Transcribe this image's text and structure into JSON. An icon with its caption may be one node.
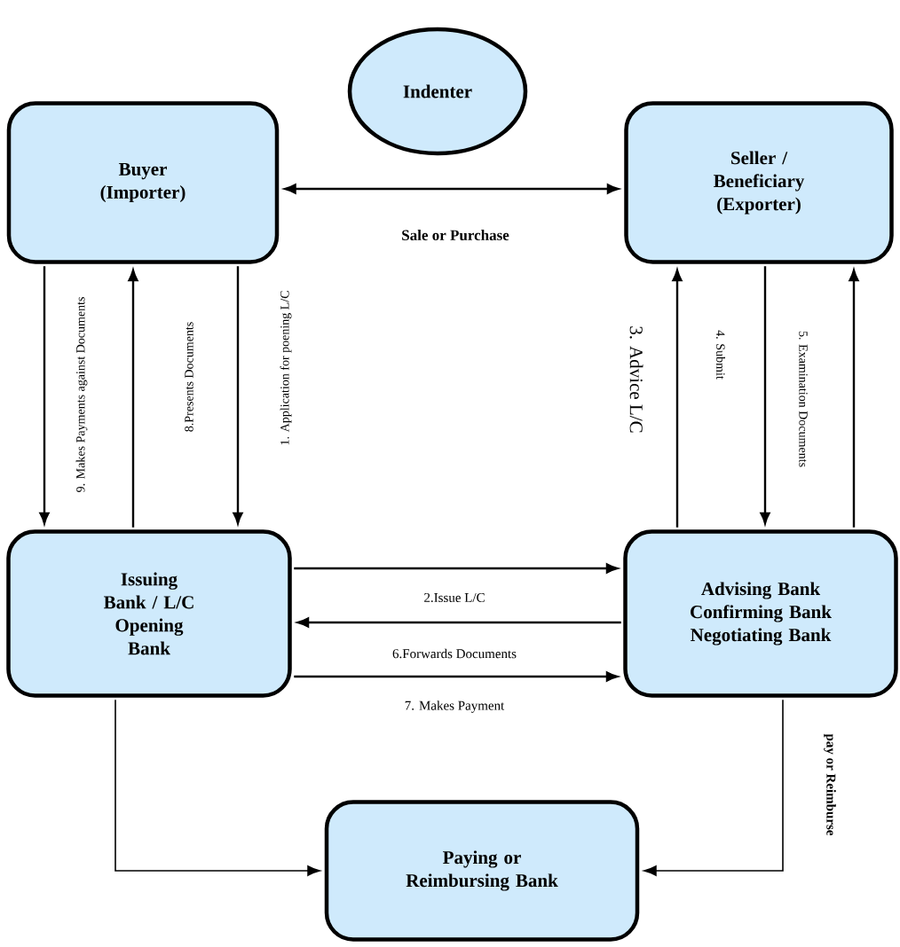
{
  "diagram": {
    "nodes": [
      {
        "text": [
          "Indenter"
        ]
      },
      {
        "text": [
          "Buyer (Importer)"
        ]
      },
      {
        "text": [
          "Seller / Beneficiary (Exporter)"
        ]
      },
      {
        "text": [
          "Issuing Bank / L/C Opening Bank"
        ]
      },
      {
        "text": [
          "Advising Bank Confirming Bank Negotiating Bank"
        ]
      },
      {
        "text": [
          "Paying or Reimbursing Bank"
        ]
      }
    ],
    "edges": [
      {
        "from": 1,
        "to": 2,
        "arrow": "both",
        "label": "Sale or Purchase"
      },
      {
        "from": 1,
        "to": 3,
        "arrow": "to",
        "label": "9. Makes Payments against Documents"
      },
      {
        "from": 3,
        "to": 1,
        "arrow": "to",
        "label": "8.Presents Documents"
      },
      {
        "from": 1,
        "to": 3,
        "arrow": "to",
        "label": "1. Application for poening L/C"
      },
      {
        "from": 4,
        "to": 2,
        "arrow": "to",
        "label": "3. Advice L/C"
      },
      {
        "from": 2,
        "to": 4,
        "arrow": "to",
        "label": "4. Submit"
      },
      {
        "from": 4,
        "to": 2,
        "arrow": "to",
        "label": "5. Examination Documents"
      },
      {
        "from": 3,
        "to": 4,
        "arrow": "to",
        "label": "2.Issue L/C"
      },
      {
        "from": 4,
        "to": 3,
        "arrow": "to",
        "label": "6.Forwards Documents"
      },
      {
        "from": 3,
        "to": 4,
        "arrow": "to",
        "label": "7. Makes Payment"
      },
      {
        "from": 3,
        "to": 5,
        "arrow": "to"
      },
      {
        "from": 4,
        "to": 5,
        "arrow": "to",
        "label": "pay or Reimburse"
      }
    ]
  }
}
